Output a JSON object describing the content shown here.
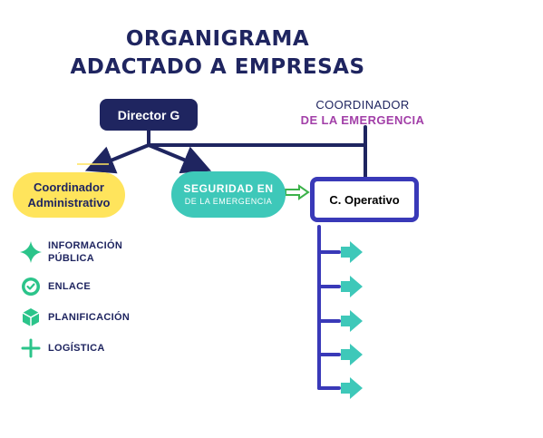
{
  "title": {
    "line1": "ORGANIGRAMA",
    "line2": "ADACTADO A EMPRESAS"
  },
  "coordinator_title": {
    "line1": "COORDINADOR",
    "line2": "DE LA EMERGENCIA"
  },
  "nodes": {
    "director": "Director G",
    "coord_admin_1": "Coordinador",
    "coord_admin_2": "Administrativo",
    "seguridad_1": "SEGURIDAD EN",
    "seguridad_2": "DE LA EMERGENCIA",
    "c_operativo": "C. Operativo"
  },
  "legend": [
    {
      "label": "INFORMACIÓN\nPÚBLICA",
      "icon": "sparkle-icon"
    },
    {
      "label": "ENLACE",
      "icon": "check-circle-icon"
    },
    {
      "label": "PLANIFICACIÓN",
      "icon": "cube-icon"
    },
    {
      "label": "LOGÍSTICA",
      "icon": "plus-icon"
    }
  ],
  "colors": {
    "navy": "#1f2560",
    "yellow": "#ffe45c",
    "teal": "#3ec8b9",
    "purple": "#a23fa8",
    "operativo_border": "#3939b8",
    "legend_icon": "#2bc48a",
    "connector_green": "#3cb24a"
  }
}
